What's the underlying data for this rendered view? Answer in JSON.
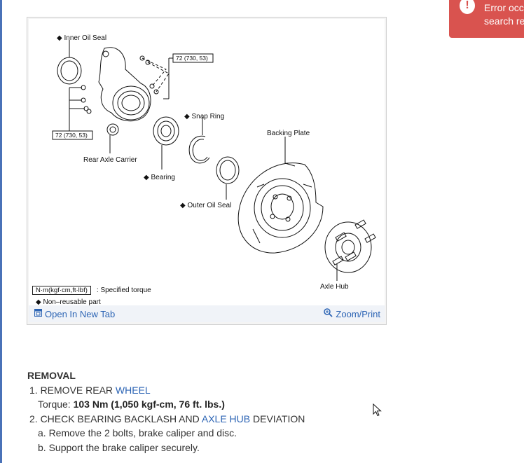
{
  "figure": {
    "labels": {
      "inner_oil_seal": "Inner Oil Seal",
      "torque_top": "72 (730, 53)",
      "torque_left": "72 (730, 53)",
      "snap_ring": "Snap Ring",
      "backing_plate": "Backing Plate",
      "rear_axle_carrier": "Rear Axle Carrier",
      "bearing": "Bearing",
      "outer_oil_seal": "Outer Oil Seal",
      "axle_hub": "Axle Hub"
    },
    "bullet": "◆",
    "legend": {
      "unit": "N·m(kgf·cm,ft·lbf)",
      "unit_desc": ": Specified torque",
      "non_reusable": "◆ Non–reusable part"
    },
    "footer": {
      "open_new_tab": "Open In New Tab",
      "zoom_print": "Zoom/Print"
    }
  },
  "toast": {
    "line1": "Error occ",
    "line2": "search re"
  },
  "procedure": {
    "heading": "REMOVAL",
    "step1_prefix": "1. REMOVE REAR ",
    "step1_link": "WHEEL",
    "torque_label": "Torque: ",
    "torque_value": "103 Nm (1,050 kgf-cm, 76 ft. lbs.)",
    "step2_prefix": "2. CHECK BEARING BACKLASH AND ",
    "step2_link": "AXLE HUB",
    "step2_suffix": " DEVIATION",
    "sub_a": "a. Remove the 2 bolts, brake caliper and disc.",
    "sub_b": "b. Support the brake caliper securely."
  }
}
